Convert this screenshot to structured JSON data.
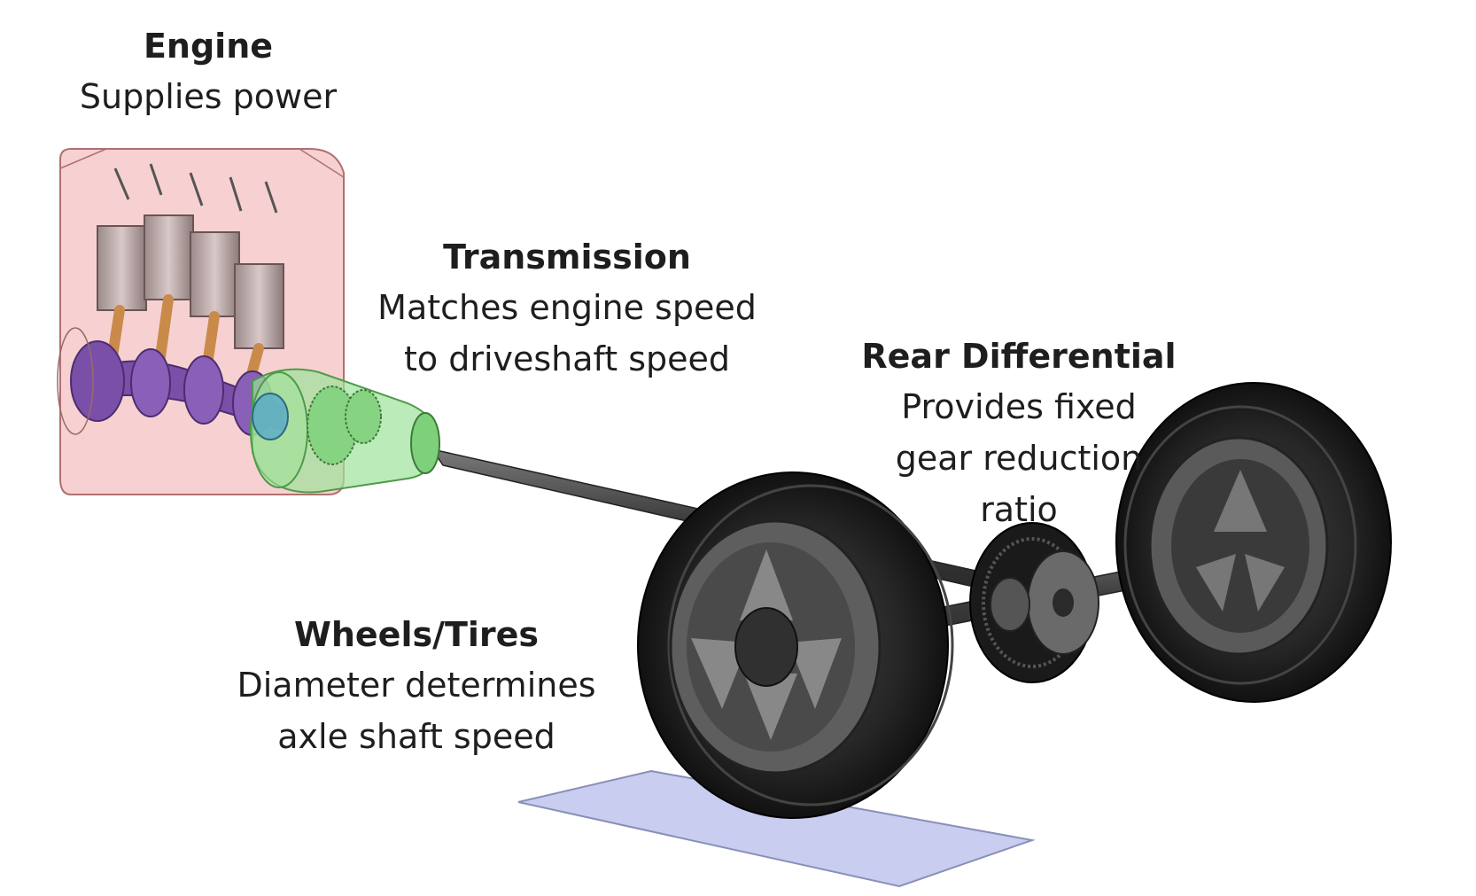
{
  "components": {
    "engine": {
      "title": "Engine",
      "desc": [
        "Supplies power"
      ]
    },
    "transmission": {
      "title": "Transmission",
      "desc": [
        "Matches engine speed",
        "to driveshaft speed"
      ]
    },
    "differential": {
      "title": "Rear Differential",
      "desc": [
        "Provides fixed",
        "gear reduction",
        "ratio"
      ]
    },
    "wheels": {
      "title": "Wheels/Tires",
      "desc": [
        "Diameter determines",
        "axle shaft speed"
      ]
    }
  },
  "colors": {
    "engine_block": "#f2b8b8",
    "piston": "#bfa6a6",
    "crankshaft": "#7a4fa8",
    "connecting_rod": "#c98a4a",
    "transmission": "#9ee39a",
    "shaft": "#4a4a4a",
    "tire": "#1f1f1f",
    "rim": "#5a5a5a",
    "ground_plate": "#c9cdf0"
  }
}
